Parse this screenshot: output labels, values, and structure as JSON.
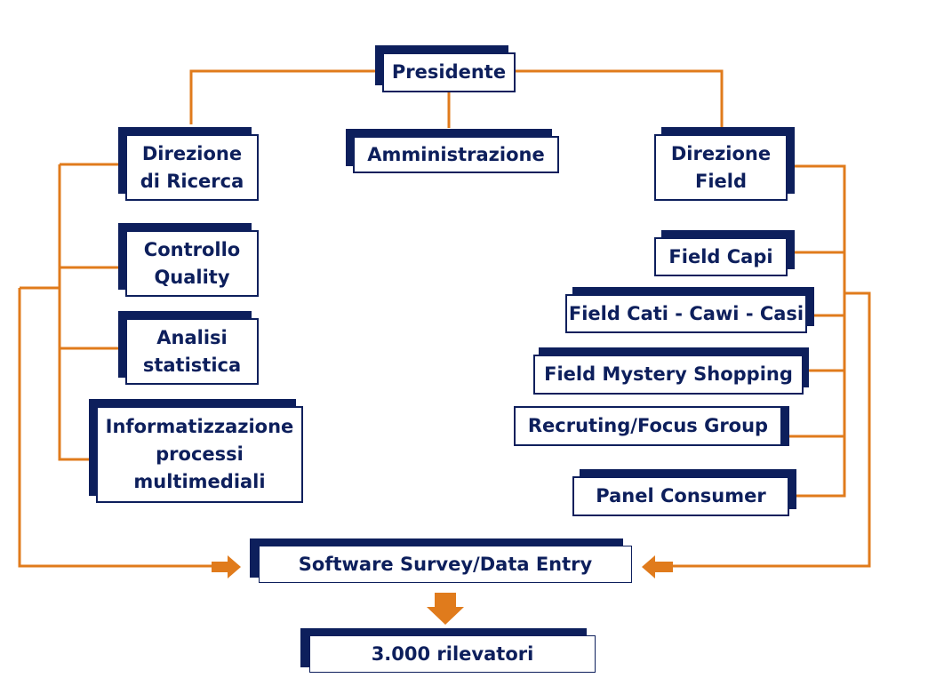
{
  "nodes": {
    "president": "Presidente",
    "research_direction": "Direzione\ndi Ricerca",
    "administration": "Amministrazione",
    "field_direction": "Direzione\nField",
    "quality_control": "Controllo\nQuality",
    "statistical_analysis": "Analisi\nstatistica",
    "multimedia_it": "Informatizzazione\nprocessi\nmultimediali",
    "field_capi": "Field Capi",
    "field_cati": "Field Cati - Cawi - Casi",
    "mystery_shopping": "Field Mystery Shopping",
    "focus_group": "Recruting/Focus Group",
    "panel_consumer": "Panel Consumer",
    "software_survey": "Software Survey/Data Entry",
    "surveyors": "3.000 rilevatori"
  },
  "colors": {
    "box_navy": "#0d1f5c",
    "connector_orange": "#e07b1c",
    "background": "#ffffff"
  }
}
